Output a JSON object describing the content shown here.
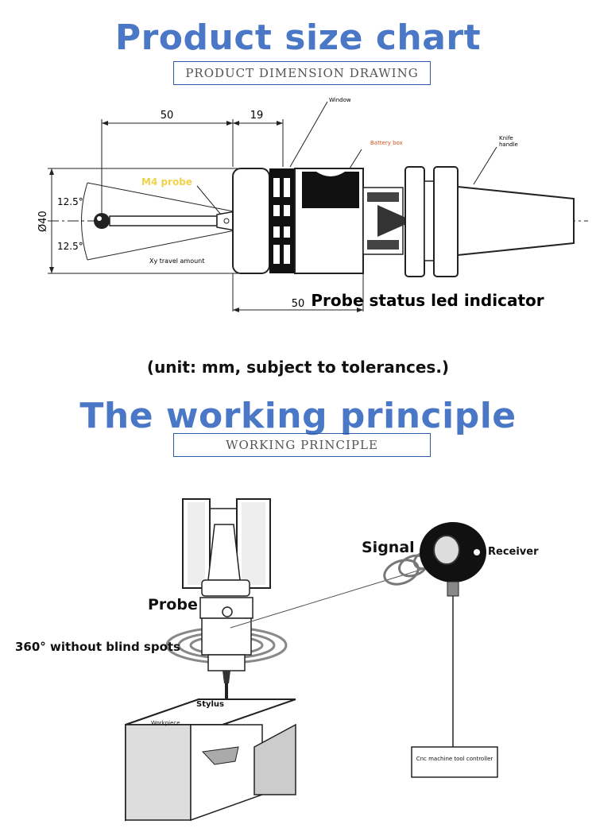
{
  "titles": {
    "size_chart": "Product size chart",
    "dimension_sub": "PRODUCT DIMENSION DRAWING",
    "principle": "The working principle",
    "principle_sub": "WORKING PRINCIPLE"
  },
  "dimension_drawing": {
    "dim_50_top": "50",
    "dim_19": "19",
    "window": "Window",
    "battery_box": "Battery box",
    "knife_handle": "Knife handle",
    "m4_probe": "M4 probe",
    "dim_12_5_top": "12.5°",
    "dim_12_5_bottom": "12.5°",
    "diameter": "Ø40",
    "xy_travel": "Xy travel amount",
    "dim_50_bottom": "50",
    "led_indicator": "Probe status led indicator"
  },
  "unit_note": "(unit: mm, subject to tolerances.)",
  "working_principle": {
    "signal": "Signal",
    "receiver": "Receiver",
    "probe": "Probe",
    "no_blind_spots": "360° without blind spots",
    "stylus": "Stylus",
    "workpiece": "Workpiece",
    "controller": "Cnc machine tool controller"
  },
  "colors": {
    "title_blue": "#4a78c6",
    "m4_yellow": "#f0d24a",
    "battery_orange": "#d4521f"
  }
}
